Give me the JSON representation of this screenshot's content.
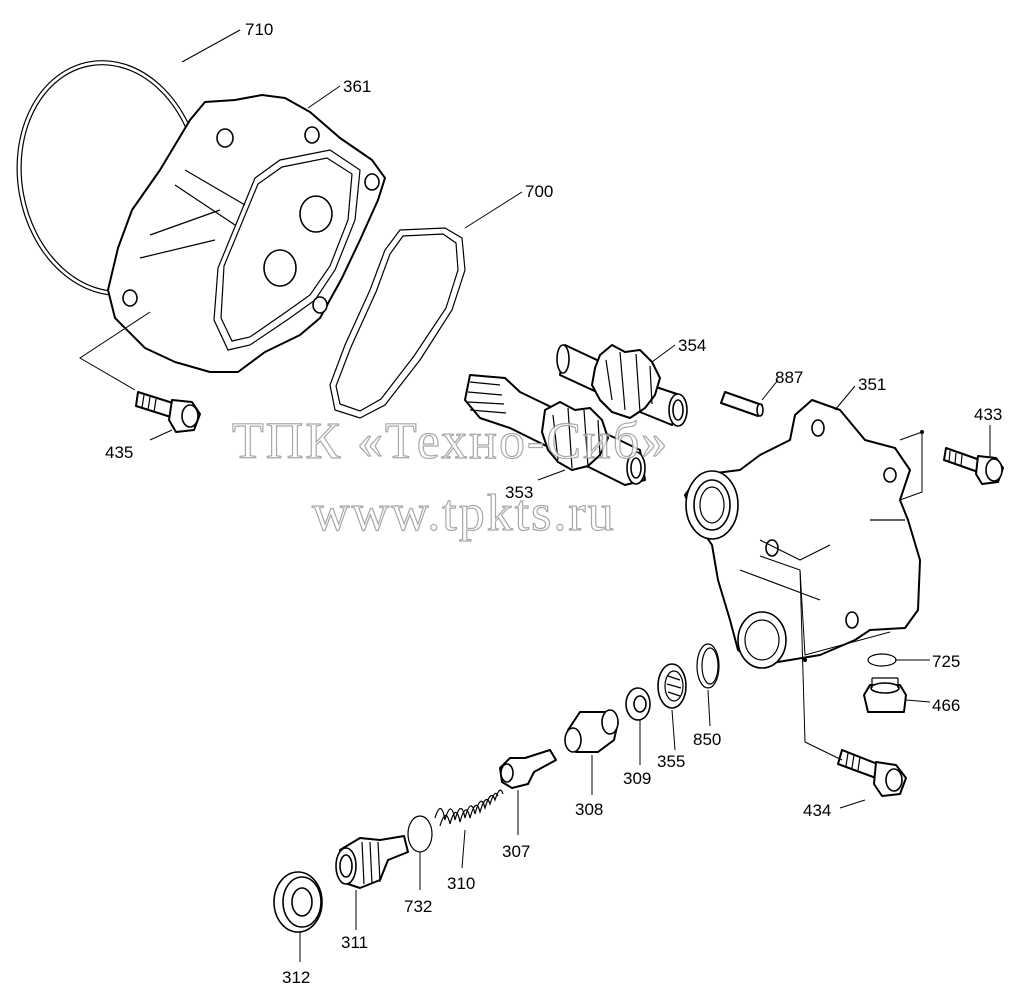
{
  "watermark": {
    "line1": "ТПК «Техно-Сиб»",
    "line2": "www.tpkts.ru"
  },
  "callouts": [
    {
      "id": "c710",
      "text": "710"
    },
    {
      "id": "c361",
      "text": "361"
    },
    {
      "id": "c700",
      "text": "700"
    },
    {
      "id": "c354",
      "text": "354"
    },
    {
      "id": "c887",
      "text": "887"
    },
    {
      "id": "c351",
      "text": "351"
    },
    {
      "id": "c433",
      "text": "433"
    },
    {
      "id": "c435",
      "text": "435"
    },
    {
      "id": "c353",
      "text": "353"
    },
    {
      "id": "c725",
      "text": "725"
    },
    {
      "id": "c466",
      "text": "466"
    },
    {
      "id": "c850",
      "text": "850"
    },
    {
      "id": "c355",
      "text": "355"
    },
    {
      "id": "c309",
      "text": "309"
    },
    {
      "id": "c308",
      "text": "308"
    },
    {
      "id": "c434",
      "text": "434"
    },
    {
      "id": "c307",
      "text": "307"
    },
    {
      "id": "c310",
      "text": "310"
    },
    {
      "id": "c732",
      "text": "732"
    },
    {
      "id": "c311",
      "text": "311"
    },
    {
      "id": "c312",
      "text": "312"
    }
  ]
}
